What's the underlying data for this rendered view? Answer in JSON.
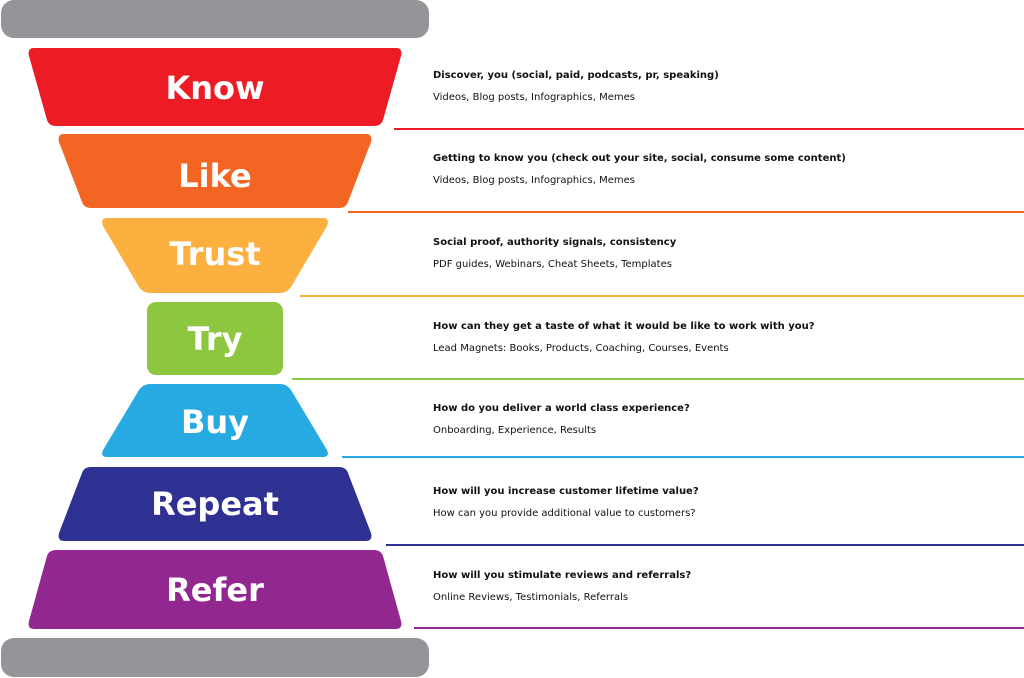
{
  "stages": [
    {
      "label": "Know",
      "color": "#ed1c24",
      "heading": "Discover, you (social, paid, podcasts, pr, speaking)",
      "detail": "Videos, Blog posts, Infographics, Memes"
    },
    {
      "label": "Like",
      "color": "#f26522",
      "heading": "Getting to know you (check out your site, social, consume some content)",
      "detail": "Videos, Blog posts, Infographics, Memes"
    },
    {
      "label": "Trust",
      "color": "#fbb040",
      "heading": "Social proof, authority signals, consistency",
      "detail": "PDF guides, Webinars, Cheat Sheets, Templates"
    },
    {
      "label": "Try",
      "color": "#8dc63f",
      "heading": "How can they get a taste of what it would be like to work with you?",
      "detail": "Lead Magnets: Books, Products, Coaching, Courses, Events"
    },
    {
      "label": "Buy",
      "color": "#27aae1",
      "heading": "How do you deliver a world class experience?",
      "detail": "Onboarding, Experience, Results"
    },
    {
      "label": "Repeat",
      "color": "#2e3192",
      "heading": "How will you increase customer lifetime value?",
      "detail": "How can you provide additional value to customers?"
    },
    {
      "label": "Refer",
      "color": "#92278f",
      "heading": "How will you stimulate reviews and referrals?",
      "detail": "Online Reviews, Testimonials, Referrals"
    }
  ],
  "caps_color": "#939598"
}
